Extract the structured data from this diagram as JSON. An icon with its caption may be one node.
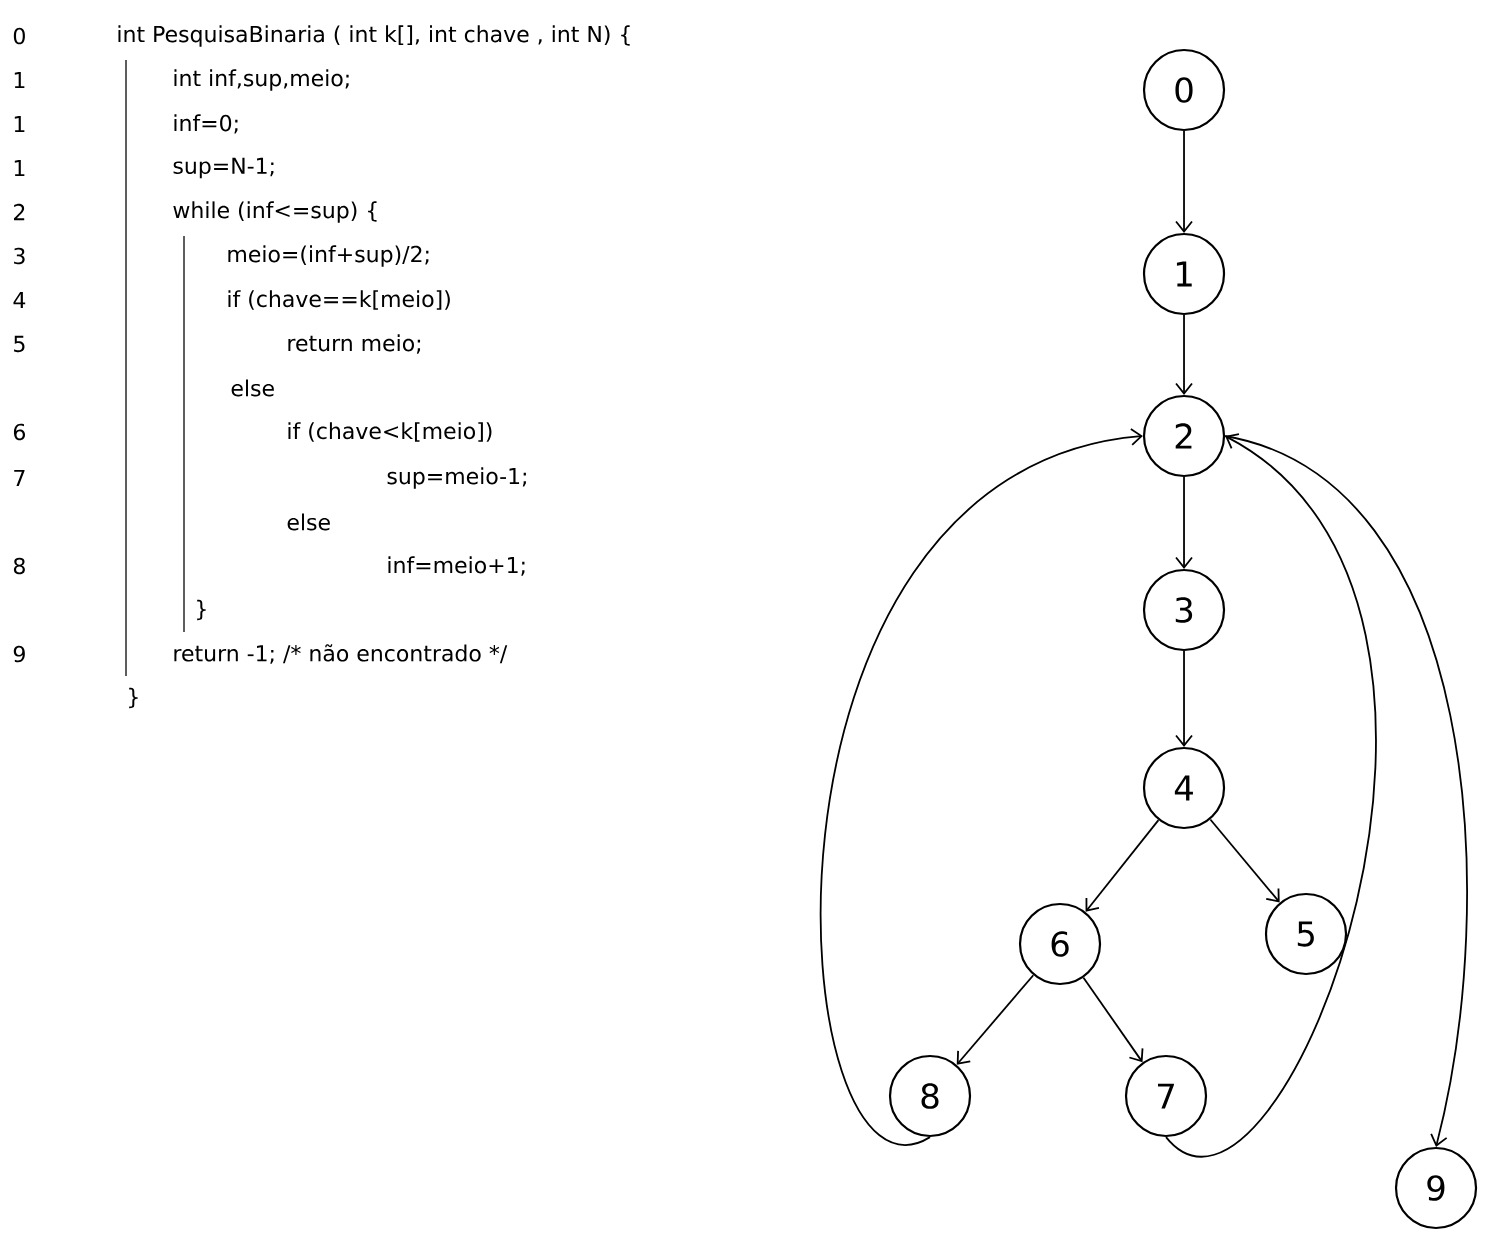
{
  "diagram": {
    "nodes": [
      {
        "text": [
          "0"
        ]
      },
      {
        "text": [
          "1"
        ]
      },
      {
        "text": [
          "2"
        ]
      },
      {
        "text": [
          "3"
        ]
      },
      {
        "text": [
          "4"
        ]
      },
      {
        "text": [
          "6"
        ]
      },
      {
        "text": [
          "5"
        ]
      },
      {
        "text": [
          "8"
        ]
      },
      {
        "text": [
          "7"
        ]
      },
      {
        "text": [
          "9"
        ]
      }
    ],
    "edges": [
      {
        "from": 0,
        "to": 1,
        "arrow": "to"
      },
      {
        "from": 1,
        "to": 2,
        "arrow": "to"
      },
      {
        "from": 2,
        "to": 3,
        "arrow": "to"
      },
      {
        "from": 3,
        "to": 4,
        "arrow": "to"
      },
      {
        "from": 4,
        "to": 5,
        "arrow": "to"
      },
      {
        "from": 4,
        "to": 6,
        "arrow": "to"
      },
      {
        "from": 5,
        "to": 7,
        "arrow": "to"
      },
      {
        "from": 5,
        "to": 8,
        "arrow": "to"
      },
      {
        "from": 7,
        "to": 2,
        "arrow": "to"
      },
      {
        "from": 8,
        "to": 2,
        "arrow": "to"
      },
      {
        "from": 2,
        "to": 9,
        "arrow": "to"
      }
    ],
    "labels": [
      "0",
      "int PesquisaBinaria ( int k[], int chave , int N) {",
      "1",
      "int inf,sup,meio;",
      "1",
      "inf=0;",
      "1",
      "sup=N-1;",
      "2",
      "while (inf<=sup) {",
      "3",
      "meio=(inf+sup)/2;",
      "4",
      "if (chave==k[meio])",
      "5",
      "return meio;",
      "else",
      "6",
      "if (chave<k[meio])",
      "7",
      "sup=meio-1;",
      "else",
      "8",
      "inf=meio+1;",
      "}",
      "9",
      "return -1;   /* não encontrado */",
      "}"
    ]
  }
}
